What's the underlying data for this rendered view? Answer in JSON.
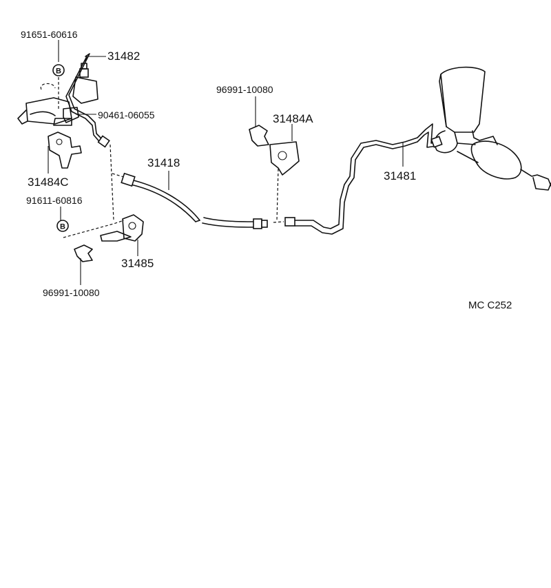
{
  "diagram_code": "MC C252",
  "bolt_symbol": "B",
  "parts": {
    "p_91651": "91651-60616",
    "p_31482": "31482",
    "p_90461": "90461-06055",
    "p_31484c": "31484C",
    "p_91611": "91611-60816",
    "p_96991_left": "96991-10080",
    "p_31485": "31485",
    "p_31418": "31418",
    "p_96991_top": "96991-10080",
    "p_31484a": "31484A",
    "p_31481": "31481"
  }
}
